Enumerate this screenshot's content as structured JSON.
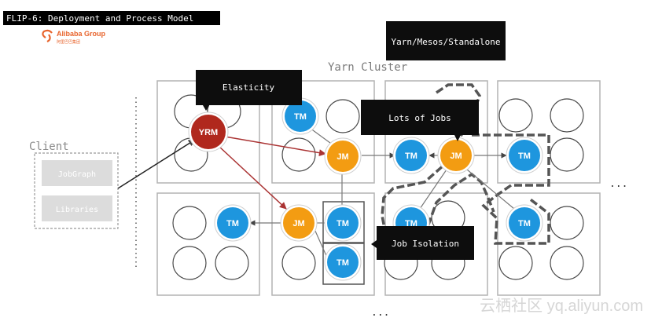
{
  "header": {
    "title": "FLIP-6: Deployment and Process Model",
    "logo_text": "Alibaba Group",
    "logo_subtext": "阿里巴巴集团"
  },
  "labels": {
    "yarn_cluster": "Yarn Cluster",
    "client": "Client",
    "ellipsis_right": "...",
    "ellipsis_bottom": "..."
  },
  "callouts": {
    "yarn_mesos": "Yarn/Mesos/Standalone",
    "elasticity": "Elasticity",
    "lots_of_jobs": "Lots of Jobs",
    "job_isolation": "Job Isolation"
  },
  "client_items": [
    "JobGraph",
    "Libraries"
  ],
  "nodes": {
    "yrm": "YRM",
    "jm": "JM",
    "tm": "TM"
  },
  "watermark": "云栖社区 yq.aliyun.com",
  "colors": {
    "tm": "#1e96de",
    "jm": "#f39c12",
    "yrm": "#b0281d",
    "callout": "#0d0d0d",
    "box_border": "#b4b4b4"
  }
}
